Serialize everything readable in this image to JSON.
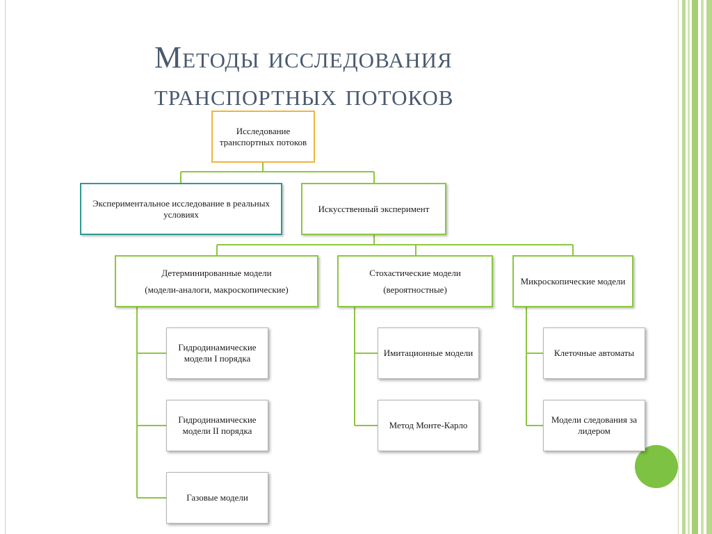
{
  "title": {
    "line1": "Методы исследования",
    "line2": "транспортных потоков"
  },
  "diagram": {
    "root": {
      "label": "Исследование транспортных потоков"
    },
    "experimental": {
      "label": "Экспериментальное исследование в реальных условиях"
    },
    "artificial": {
      "label": "Искусственный эксперимент"
    },
    "deterministic": {
      "label": "Детерминированные модели",
      "sublabel": "(модели-аналоги, макроскопические)"
    },
    "stochastic": {
      "label": "Стохастические модели",
      "sublabel": "(вероятностные)"
    },
    "microscopic": {
      "label": "Микроскопические модели"
    },
    "deterministic_children": [
      "Гидродинамические модели I порядка",
      "Гидродинамические модели II порядка",
      "Газовые модели"
    ],
    "stochastic_children": [
      "Имитационные модели",
      "Метод Монте-Карло"
    ],
    "microscopic_children": [
      "Клеточные автоматы",
      "Модели следования за лидером"
    ]
  },
  "colors": {
    "connector": "#8cc63f",
    "root_border": "#f0b43c",
    "experimental_border": "#2e9a92",
    "level_border": "#8cc63f",
    "leaf_border": "#b5b5b5",
    "title": "#4a5a6e",
    "accent": "#7dc242"
  }
}
